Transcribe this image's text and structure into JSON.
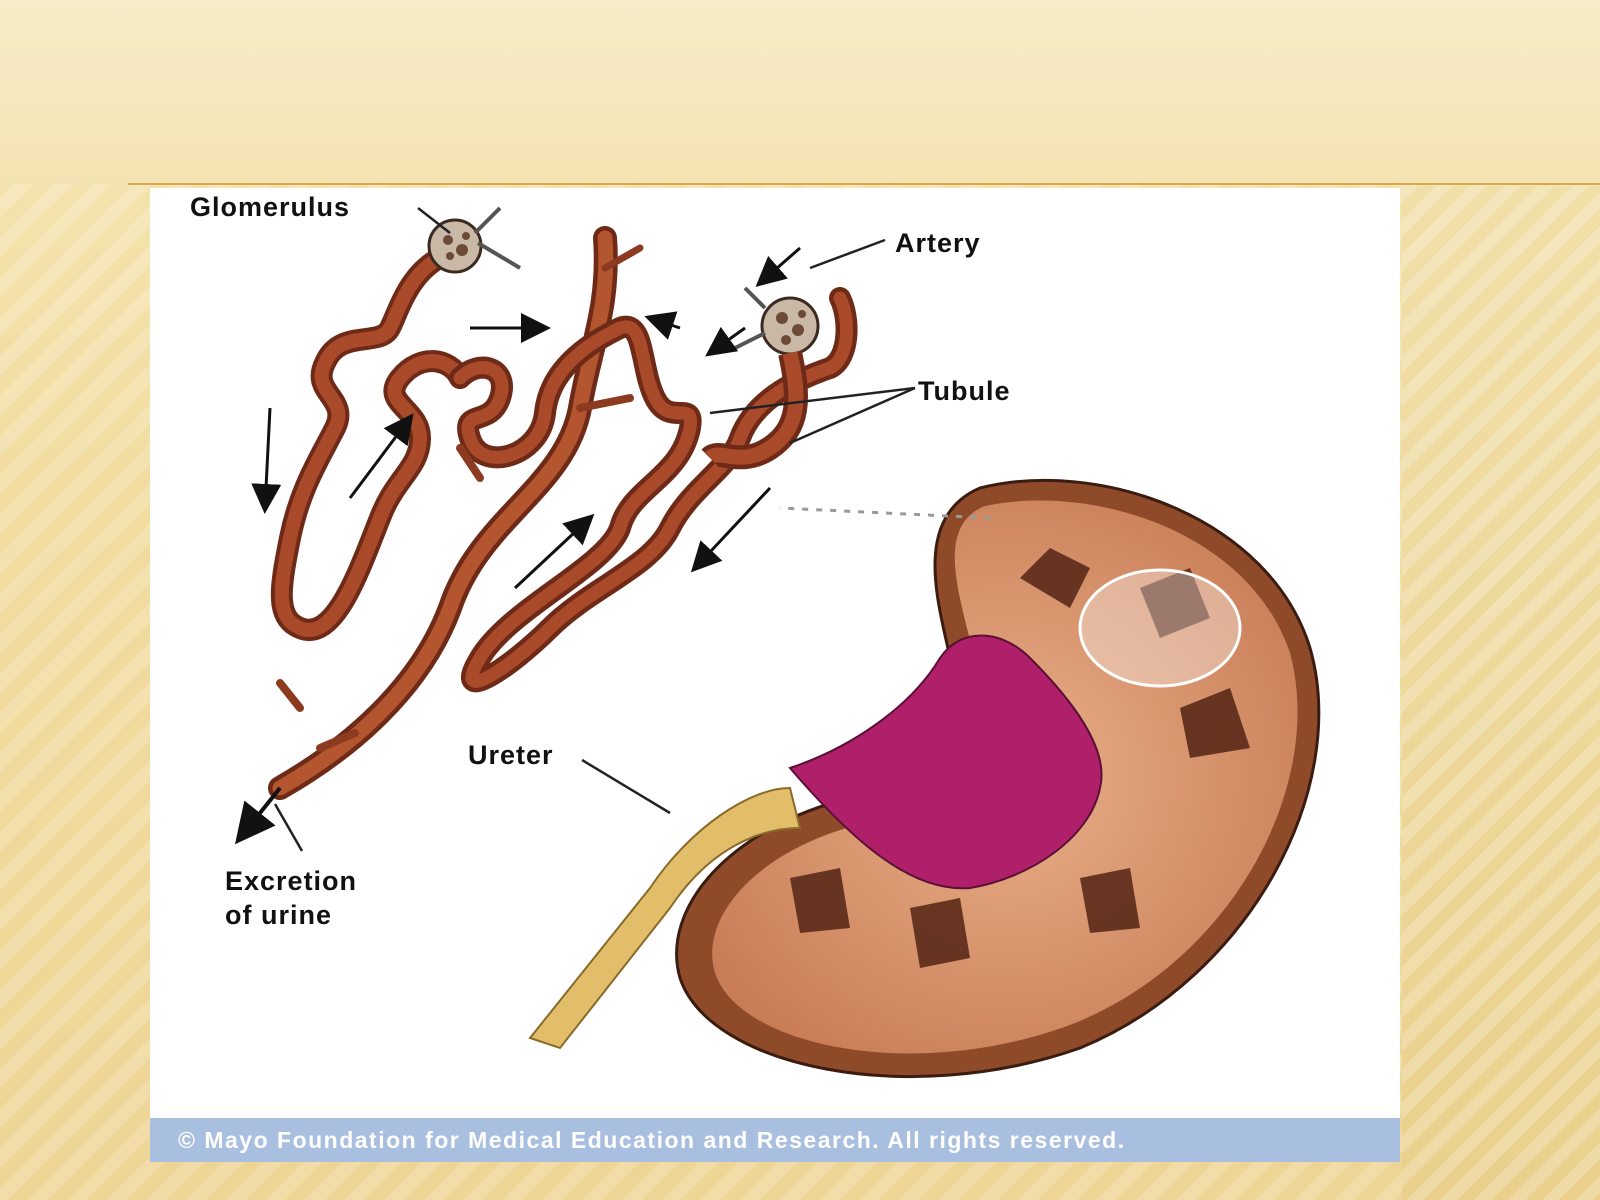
{
  "labels": {
    "glomerulus": "Glomerulus",
    "artery": "Artery",
    "tubule": "Tubule",
    "ureter": "Ureter",
    "excretion": "Excretion\nof urine"
  },
  "copyright": "© Mayo Foundation for Medical Education and Research.  All rights reserved.",
  "colors": {
    "slide_bg": "#f2dca0",
    "tubule": "#9a3f24",
    "renal_pelvis": "#b0206a",
    "kidney_cortex": "#e0a07a",
    "ureter": "#e2bd6a",
    "copyright_bar": "#a9bfe0"
  }
}
